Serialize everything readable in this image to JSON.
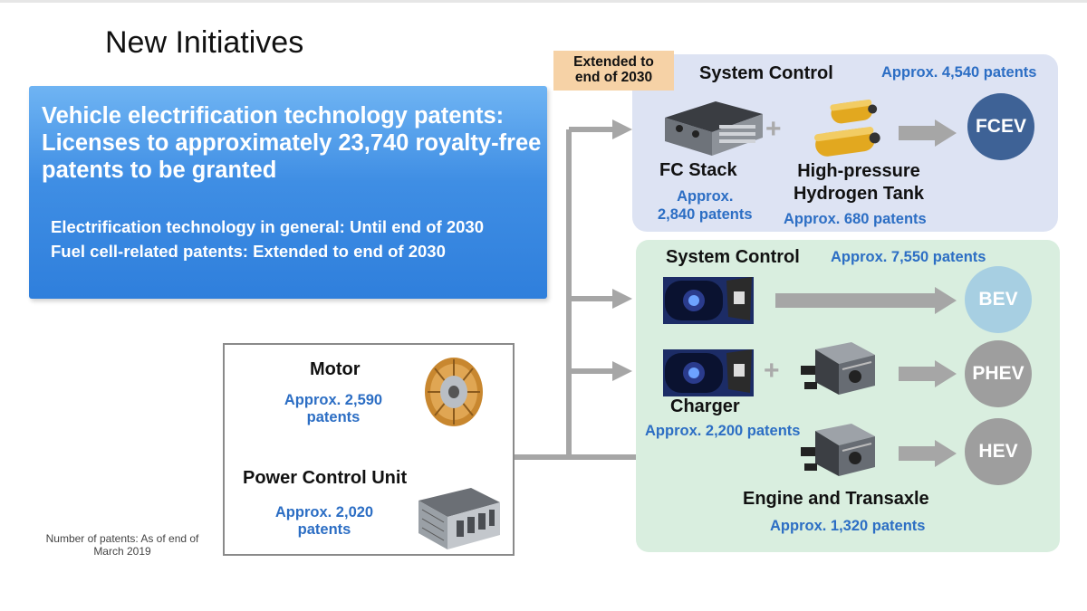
{
  "title": "New Initiatives",
  "summary": {
    "headline": "Vehicle electrification technology patents: Licenses to approximately 23,740 royalty-free patents to be granted",
    "line1": "Electrification technology in general: Until end of 2030",
    "line2": "Fuel cell-related patents: Extended to end of 2030"
  },
  "footnote": "Number of patents: As of end of March 2019",
  "components": {
    "motor": {
      "label": "Motor",
      "count_line1": "Approx. 2,590",
      "count_line2": "patents"
    },
    "pcu": {
      "label": "Power Control Unit",
      "count_line1": "Approx. 2,020",
      "count_line2": "patents"
    }
  },
  "fcev_group": {
    "badge_line1": "Extended to",
    "badge_line2": "end of 2030",
    "system_control": "System Control",
    "system_count": "Approx. 4,540 patents",
    "fc_stack": {
      "label": "FC Stack",
      "count_line1": "Approx.",
      "count_line2": "2,840 patents"
    },
    "tank": {
      "label_line1": "High-pressure",
      "label_line2": "Hydrogen Tank",
      "count": "Approx. 680 patents"
    },
    "vehicle": "FCEV"
  },
  "electric_group": {
    "system_control": "System Control",
    "system_count": "Approx. 7,550 patents",
    "charger": {
      "label": "Charger",
      "count": "Approx. 2,200 patents"
    },
    "engine": {
      "label": "Engine and Transaxle",
      "count": "Approx. 1,320 patents"
    },
    "vehicles": {
      "bev": "BEV",
      "phev": "PHEV",
      "hev": "HEV"
    }
  },
  "colors": {
    "count_blue": "#2c6ec4",
    "fcev_panel": "#dde3f3",
    "green_panel": "#d9eedf",
    "badge": "#f6d2a6",
    "fcev_circle": "#3e6296",
    "bev_circle": "#a7cfe2",
    "gray_circle": "#9e9e9e",
    "arrow_gray": "#a6a6a6"
  },
  "icons": [
    "fc-stack-image",
    "hydrogen-tank-image",
    "charger-port-image",
    "engine-image",
    "motor-image",
    "pcu-image"
  ]
}
